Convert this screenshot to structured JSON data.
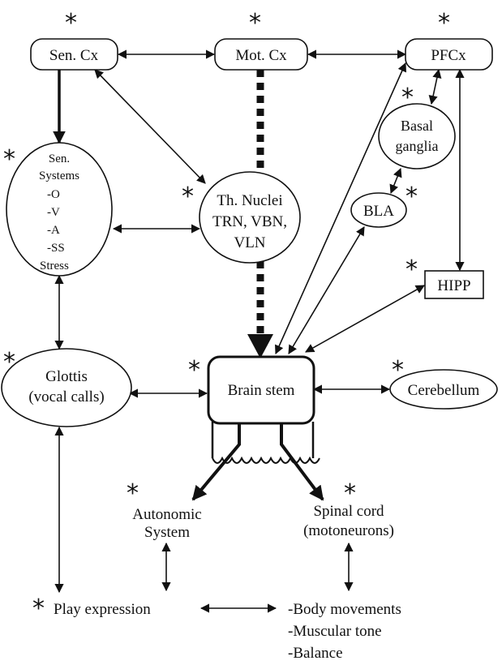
{
  "nodes": {
    "sen_cx": "Sen. Cx",
    "mot_cx": "Mot. Cx",
    "pfcx": "PFCx",
    "basal_ganglia": [
      "Basal",
      "ganglia"
    ],
    "sen_systems": [
      "Sen.",
      "Systems",
      "-O",
      "-V",
      "-A",
      "-SS",
      "Stress"
    ],
    "th_nuclei": [
      "Th. Nuclei",
      "TRN, VBN,",
      "VLN"
    ],
    "bla": "BLA",
    "hipp": "HIPP",
    "glottis": [
      "Glottis",
      "(vocal calls)"
    ],
    "brain_stem": "Brain stem",
    "cerebellum": "Cerebellum",
    "autonomic": [
      "Autonomic",
      "System"
    ],
    "spinal_cord": [
      "Spinal cord",
      "(motoneurons)"
    ],
    "play_expression": "Play expression",
    "body_outputs": [
      "-Body movements",
      "-Muscular tone",
      "-Balance"
    ]
  },
  "marker": "*"
}
